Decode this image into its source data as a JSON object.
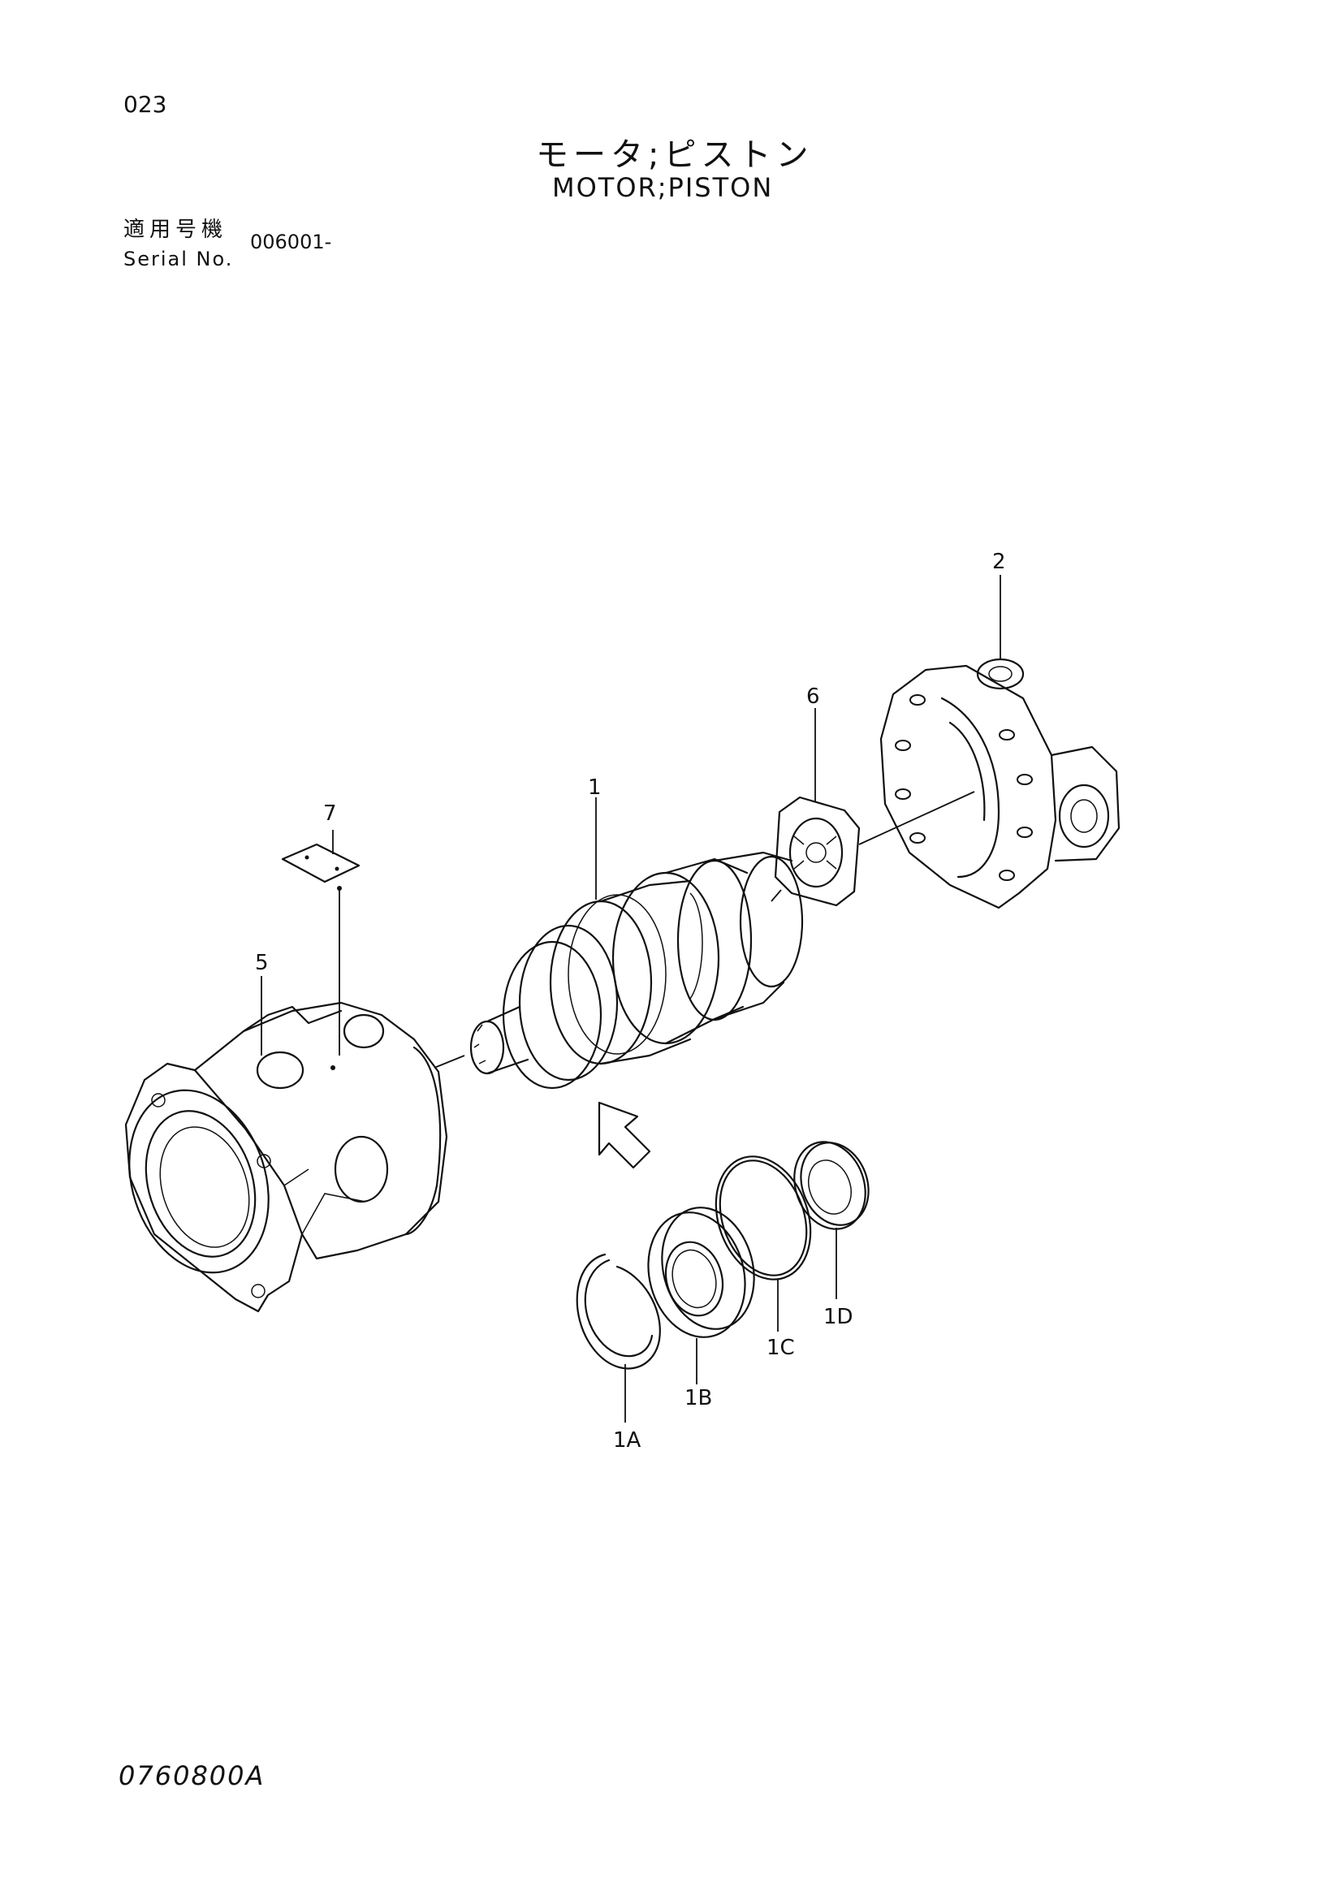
{
  "header": {
    "page_number": "023",
    "title_jp": "モータ;ピストン",
    "title_en": "MOTOR;PISTON",
    "serial_label_jp": "適用号機",
    "serial_label_en": "Serial No.",
    "serial_value": "006001-"
  },
  "callouts": {
    "p1": "1",
    "p1A": "1A",
    "p1B": "1B",
    "p1C": "1C",
    "p1D": "1D",
    "p2": "2",
    "p5": "5",
    "p6": "6",
    "p7": "7"
  },
  "footer": {
    "doc_code": "0760800A"
  }
}
